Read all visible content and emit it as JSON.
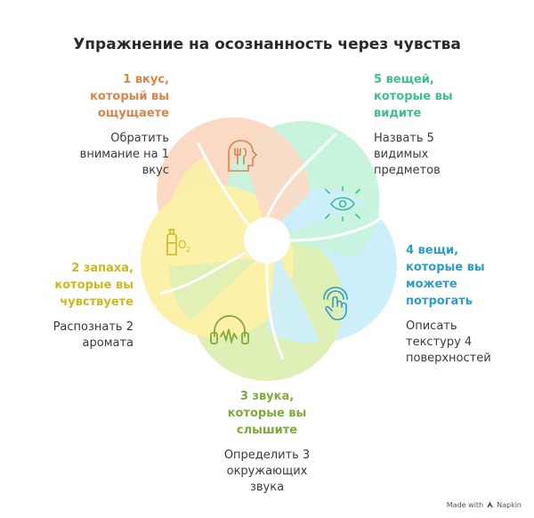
{
  "title": "Упражнение на осознанность через чувства",
  "colors": {
    "taste": "#D9844A",
    "see": "#3FBF8A",
    "touch": "#2F9CC7",
    "hear": "#7FA93A",
    "smell": "#CDB820"
  },
  "items": [
    {
      "key": "taste",
      "head": [
        "1 вкус,",
        "который вы",
        "ощущаете"
      ],
      "desc": [
        "Обратить",
        "внимание на 1",
        "вкус"
      ],
      "icon": "head-fork-knife-icon"
    },
    {
      "key": "see",
      "head": [
        "5 вещей,",
        "которые вы",
        "видите"
      ],
      "desc": [
        "Назвать 5",
        "видимых",
        "предметов"
      ],
      "icon": "eye-icon"
    },
    {
      "key": "touch",
      "head": [
        "4 вещи,",
        "которые вы",
        "можете",
        "потрогать"
      ],
      "desc": [
        "Описать",
        "текстуру 4",
        "поверхностей"
      ],
      "icon": "touch-hand-icon"
    },
    {
      "key": "hear",
      "head": [
        "3 звука,",
        "которые вы",
        "слышите"
      ],
      "desc": [
        "Определить 3",
        "окружающих",
        "звука"
      ],
      "icon": "headphones-icon"
    },
    {
      "key": "smell",
      "head": [
        "2 запаха,",
        "которые вы",
        "чувствуете"
      ],
      "desc": [
        "Распознать 2",
        "аромата"
      ],
      "icon": "bottle-o2-icon"
    }
  ],
  "brand": {
    "made_with": "Made with",
    "name": "Napkin"
  }
}
